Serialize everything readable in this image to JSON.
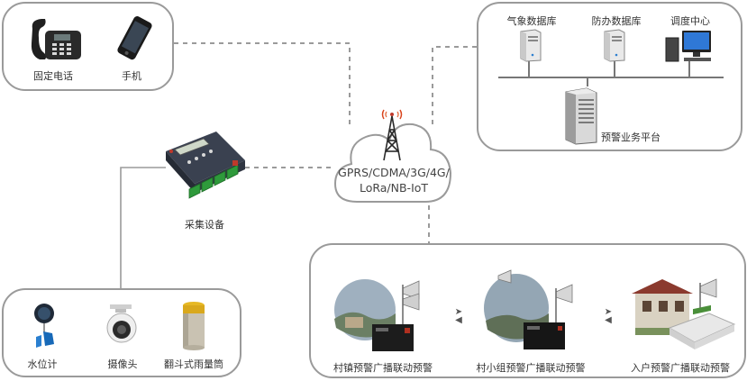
{
  "phones": {
    "landline_label": "固定电话",
    "mobile_label": "手机"
  },
  "servers": {
    "weather_db_label": "气象数据库",
    "flood_db_label": "防办数据库",
    "dispatch_label": "调度中心",
    "platform_label": "预警业务平台"
  },
  "network": {
    "line1": "GPRS/CDMA/3G/4G/",
    "line2": "LoRa/NB-IoT"
  },
  "collector": {
    "label": "采集设备"
  },
  "sensors": {
    "water_level_label": "水位计",
    "camera_label": "摄像头",
    "rain_gauge_label": "翻斗式雨量筒"
  },
  "alarms": {
    "village_town_label": "村镇预警广播联动预警",
    "village_group_label": "村小组预警广播联动预警",
    "household_label": "入户预警广播联动预警"
  },
  "colors": {
    "panel_border": "#9a9a9a",
    "dashed_line": "#9a9a9a",
    "accent_red": "#c0392b"
  }
}
